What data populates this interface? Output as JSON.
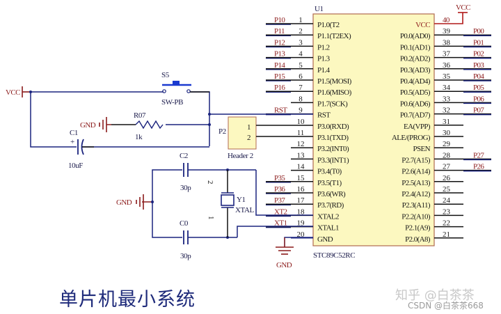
{
  "chip": {
    "ref": "U1",
    "part": "STC89C52RC",
    "left_pins": [
      {
        "num": "1",
        "name": "P1.0(T2",
        "net": "P10"
      },
      {
        "num": "2",
        "name": "P1.1(T2EX)",
        "net": "P11"
      },
      {
        "num": "3",
        "name": "P1.2",
        "net": "P12"
      },
      {
        "num": "4",
        "name": "P1.3",
        "net": "P13"
      },
      {
        "num": "5",
        "name": "P1.4",
        "net": "P14"
      },
      {
        "num": "6",
        "name": "P1.5(MOSI)",
        "net": "P15"
      },
      {
        "num": "7",
        "name": "P1.6(MISO)",
        "net": "P16"
      },
      {
        "num": "8",
        "name": "P1.7(SCK)",
        "net": ""
      },
      {
        "num": "9",
        "name": "RST",
        "net": "RST"
      },
      {
        "num": "10",
        "name": "P3.0(RXD)",
        "net": ""
      },
      {
        "num": "11",
        "name": "P3.1(TXD)",
        "net": ""
      },
      {
        "num": "12",
        "name": "P3.2(INT0)",
        "net": ""
      },
      {
        "num": "13",
        "name": "P3.3(INT1)",
        "net": ""
      },
      {
        "num": "14",
        "name": "P3.4(T0)",
        "net": ""
      },
      {
        "num": "15",
        "name": "P3.5(T1)",
        "net": "P35"
      },
      {
        "num": "16",
        "name": "P3.6(WR)",
        "net": "P36"
      },
      {
        "num": "17",
        "name": "P3.7(RD)",
        "net": "P37"
      },
      {
        "num": "18",
        "name": "XTAL2",
        "net": "XT2"
      },
      {
        "num": "19",
        "name": "XTAL1",
        "net": "XT1"
      },
      {
        "num": "20",
        "name": "GND",
        "net": ""
      }
    ],
    "right_pins": [
      {
        "num": "40",
        "name": "VCC",
        "net": ""
      },
      {
        "num": "39",
        "name": "P0.0(AD0)",
        "net": "P00"
      },
      {
        "num": "38",
        "name": "P0.1(AD1)",
        "net": "P01"
      },
      {
        "num": "37",
        "name": "P0.2(AD2)",
        "net": "P02"
      },
      {
        "num": "36",
        "name": "P0.3(AD3)",
        "net": "P03"
      },
      {
        "num": "35",
        "name": "P0.4(AD4)",
        "net": "P04"
      },
      {
        "num": "34",
        "name": "P0.5(AD5)",
        "net": "P05"
      },
      {
        "num": "33",
        "name": "P0.6(AD6)",
        "net": "P06"
      },
      {
        "num": "32",
        "name": "P0.7(AD7)",
        "net": "P07"
      },
      {
        "num": "31",
        "name": "EA(VPP)",
        "net": ""
      },
      {
        "num": "30",
        "name": "ALE/(PROG)",
        "net": ""
      },
      {
        "num": "29",
        "name": "PSEN",
        "net": ""
      },
      {
        "num": "28",
        "name": "P2.7(A15)",
        "net": "P27"
      },
      {
        "num": "27",
        "name": "P2.6(A14)",
        "net": "P26"
      },
      {
        "num": "26",
        "name": "P2.5(A13)",
        "net": ""
      },
      {
        "num": "25",
        "name": "P2.4(A12)",
        "net": ""
      },
      {
        "num": "24",
        "name": "P2.3(A11)",
        "net": ""
      },
      {
        "num": "23",
        "name": "P2.2(A10)",
        "net": ""
      },
      {
        "num": "22",
        "name": "P2.1(A9)",
        "net": ""
      },
      {
        "num": "21",
        "name": "P2.0(A8)",
        "net": ""
      }
    ],
    "vcc_label": "VCC",
    "gnd_label": "GND"
  },
  "reset": {
    "vcc_label": "VCC",
    "switch_ref": "S5",
    "switch_type": "SW-PB",
    "gnd_label": "GND",
    "resistor_ref": "R07",
    "resistor_value": "1k",
    "cap_ref": "C1",
    "cap_value": "10uF",
    "cap_polarity": "+"
  },
  "header": {
    "ref": "P2",
    "type": "Header 2",
    "pins": [
      "1",
      "2"
    ]
  },
  "oscillator": {
    "gnd_label": "GND",
    "c_top_ref": "C2",
    "c_top_value": "30p",
    "c_bot_ref": "C0",
    "c_bot_value": "30p",
    "crystal_ref": "Y1",
    "crystal_type": "XTAL",
    "crystal_pin_top": "2",
    "crystal_pin_bot": "1"
  },
  "caption": "单片机最小系统",
  "watermark": {
    "line1": "知乎 @白茶茶",
    "line2": "CSDN @白茶茶668"
  }
}
